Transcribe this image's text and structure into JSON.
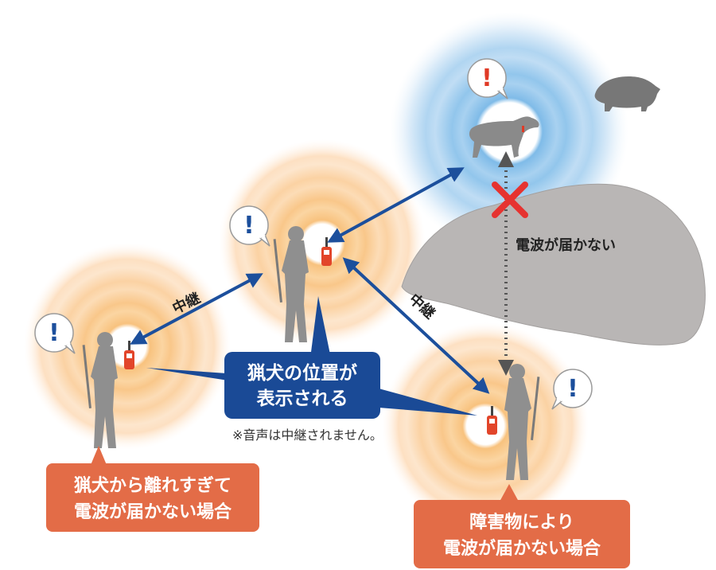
{
  "labels": {
    "relay_left": "中継",
    "relay_right": "中継",
    "no_signal": "電波が届かない",
    "callout_line1": "猟犬の位置が",
    "callout_line2": "表示される",
    "note": "※音声は中継されません。",
    "case_far_line1": "猟犬から離れすぎて",
    "case_far_line2": "電波が届かない場合",
    "case_obstacle_line1": "障害物により",
    "case_obstacle_line2": "電波が届かない場合",
    "alert_mark": "!"
  },
  "colors": {
    "arrow_blue": "#1c4f9c",
    "callout_navy": "#1a4a96",
    "case_box": "#e36c47",
    "alert_red": "#e03a26",
    "cross_red": "#e63330",
    "mountain": "#b9b6b5",
    "person": "#8f8f8f",
    "dog": "#8a8a8a",
    "boar": "#777777",
    "radio_red": "#e2452a",
    "glow_orange": "#f6b56a",
    "glow_blue": "#8ec4ec"
  },
  "icons": [
    "alert-bubble-icon",
    "hunter-icon",
    "radio-icon",
    "dog-icon",
    "boar-icon",
    "cross-icon"
  ]
}
